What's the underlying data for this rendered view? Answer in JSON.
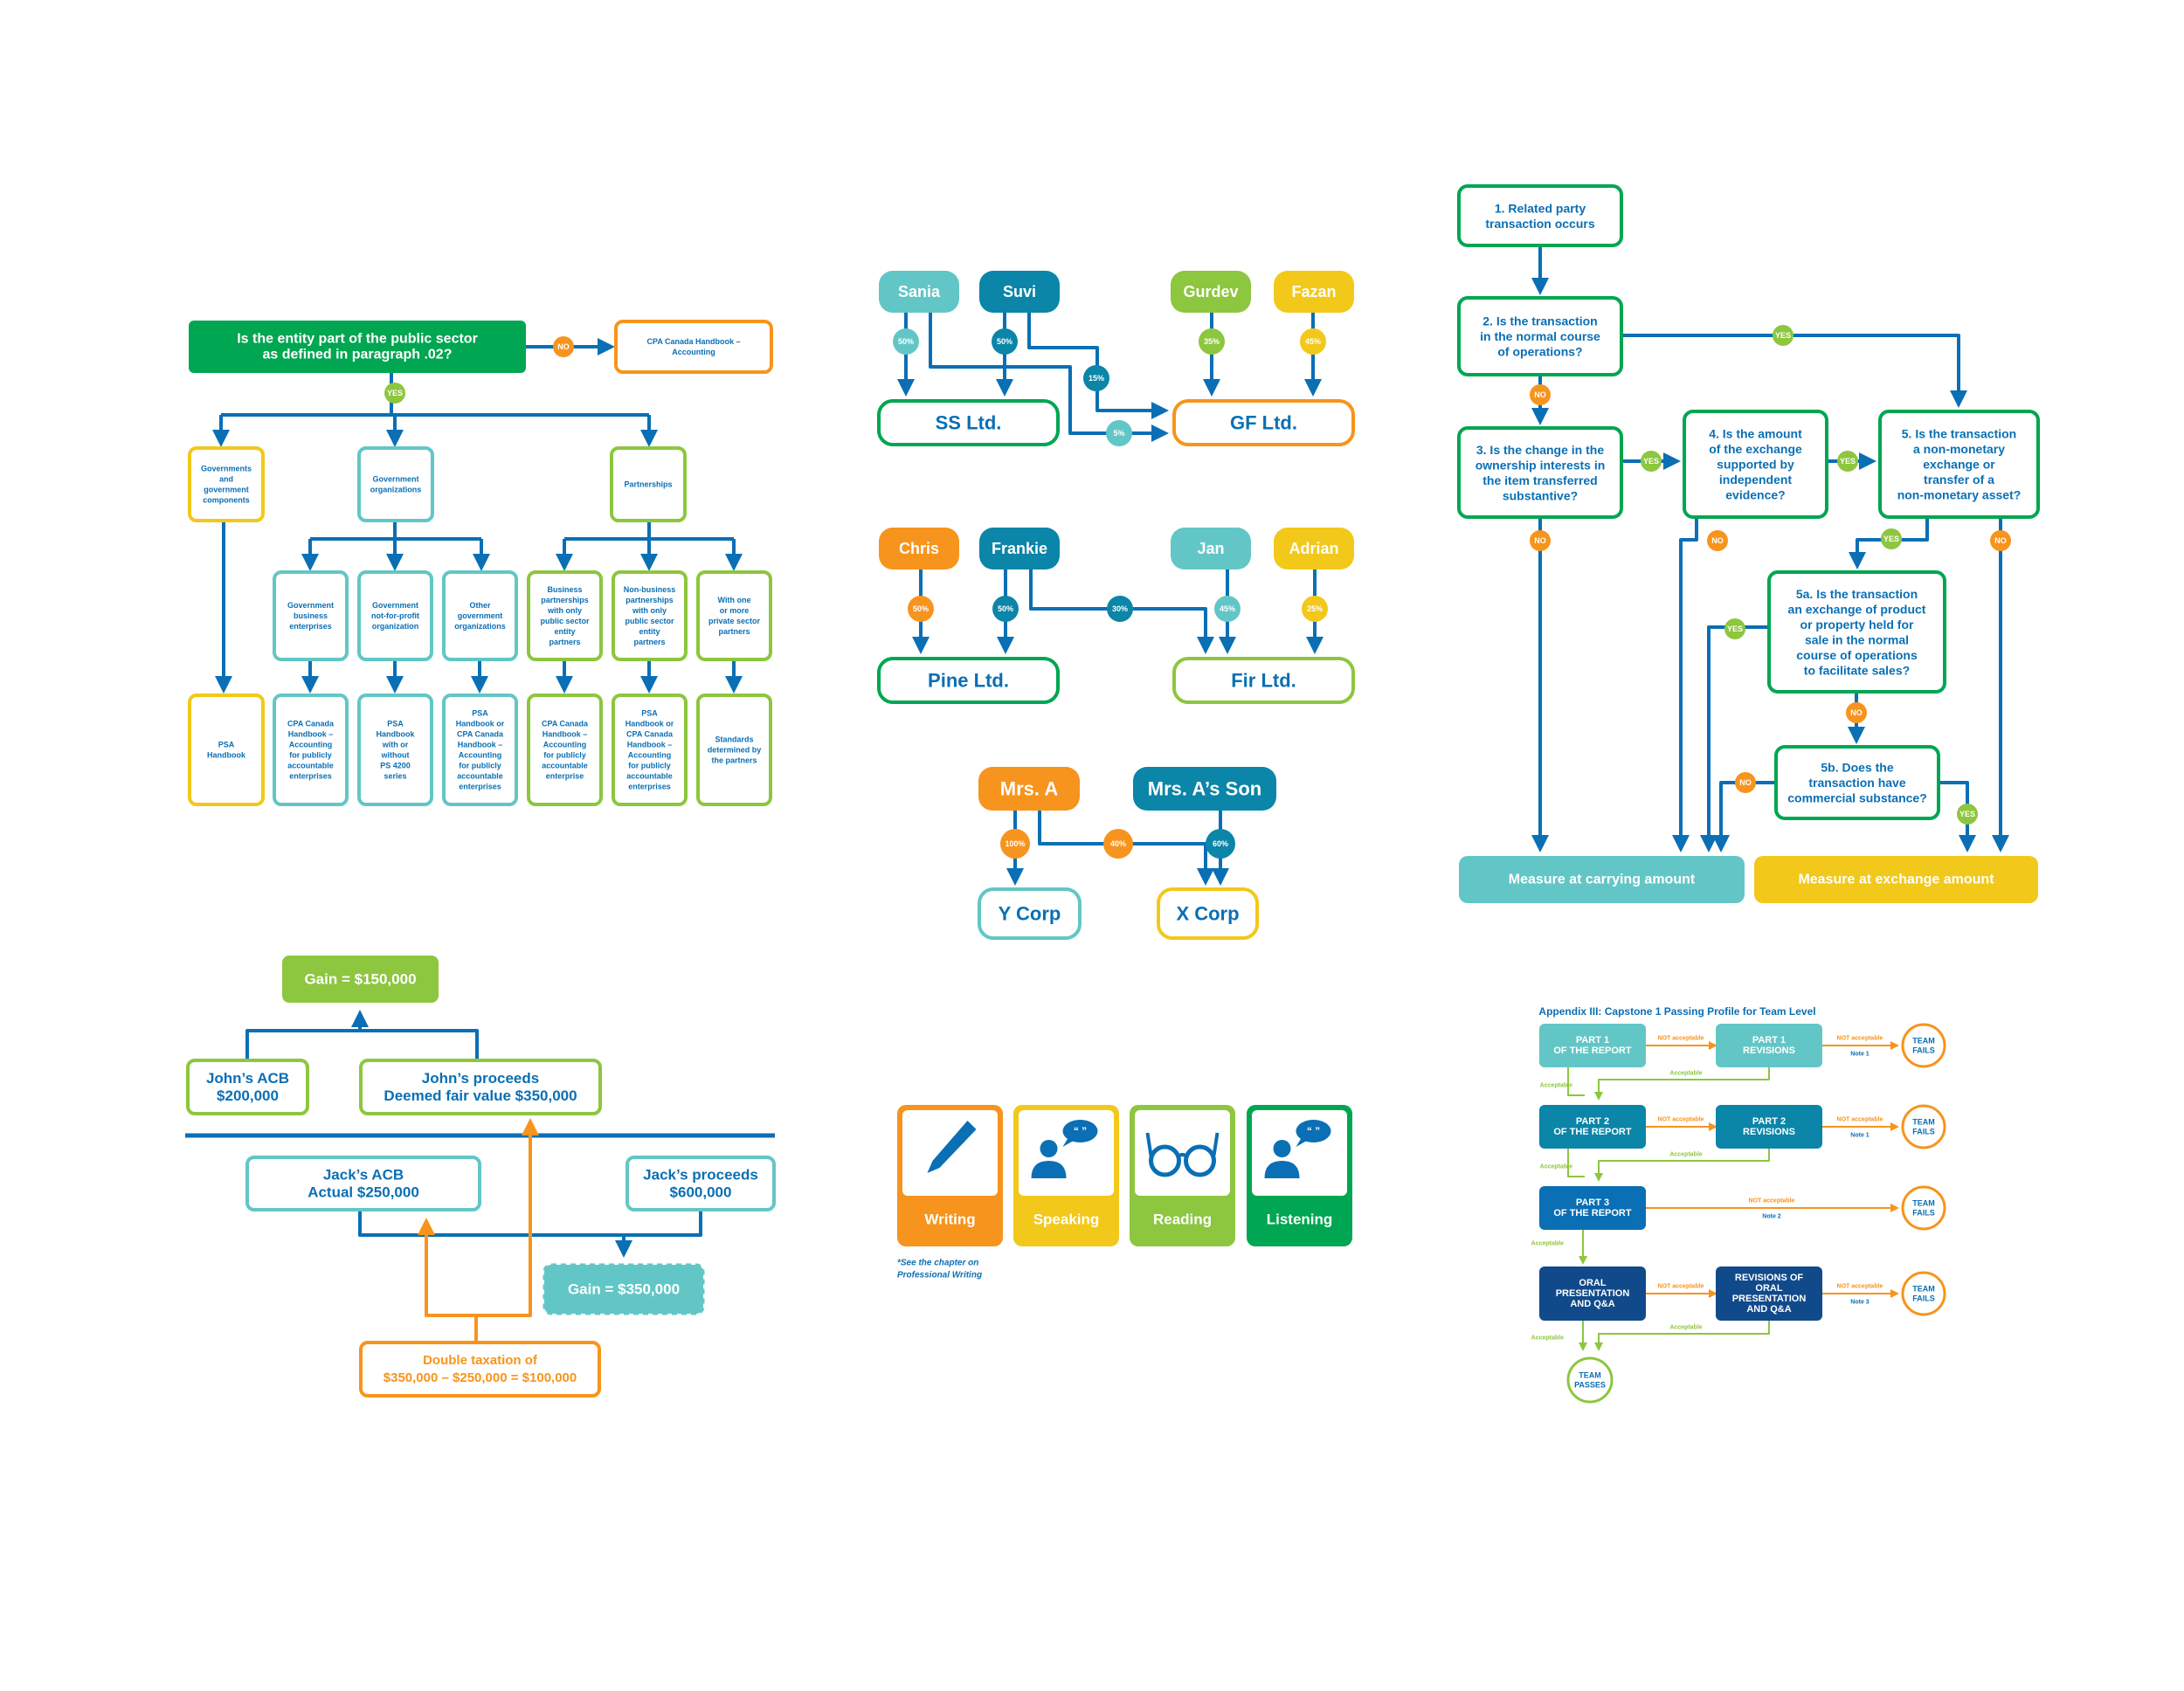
{
  "colors": {
    "green": "#00a651",
    "lime": "#8dc63f",
    "orange": "#f7941d",
    "yellow": "#f2c81a",
    "teal": "#63c6c6",
    "blue": "#0a6fb4",
    "darkteal": "#0b85a8",
    "navy": "#114a8b",
    "lightgreen": "#92d050"
  },
  "classification": {
    "question": [
      "Is the entity part of the public sector",
      "as defined in paragraph .02?"
    ],
    "no_label": "NO",
    "yes_label": "YES",
    "no_result": [
      "CPA Canada Handbook –",
      "Accounting"
    ],
    "level1": [
      {
        "lines": [
          "Governments",
          "and",
          "government",
          "components"
        ]
      },
      {
        "lines": [
          "Government",
          "organizations"
        ]
      },
      {
        "lines": [
          "Partnerships"
        ]
      }
    ],
    "level2": [
      {
        "lines": [
          "Government",
          "business",
          "enterprises"
        ]
      },
      {
        "lines": [
          "Government",
          "not-for-profit",
          "organization"
        ]
      },
      {
        "lines": [
          "Other",
          "government",
          "organizations"
        ]
      },
      {
        "lines": [
          "Business",
          "partnerships",
          "with only",
          "public sector",
          "entity",
          "partners"
        ]
      },
      {
        "lines": [
          "Non-business",
          "partnerships",
          "with only",
          "public sector",
          "entity",
          "partners"
        ]
      },
      {
        "lines": [
          "With one",
          "or more",
          "private sector",
          "partners"
        ]
      }
    ],
    "level3": [
      {
        "lines": [
          "PSA",
          "Handbook"
        ]
      },
      {
        "lines": [
          "CPA Canada",
          "Handbook –",
          "Accounting",
          "for publicly",
          "accountable",
          "enterprises"
        ]
      },
      {
        "lines": [
          "PSA",
          "Handbook",
          "with or",
          "without",
          "PS 4200",
          "series"
        ]
      },
      {
        "lines": [
          "PSA",
          "Handbook or",
          "CPA Canada",
          "Handbook –",
          "Accounting",
          "for publicly",
          "accountable",
          "enterprises"
        ]
      },
      {
        "lines": [
          "CPA Canada",
          "Handbook –",
          "Accounting",
          "for publicly",
          "accountable",
          "enterprise"
        ]
      },
      {
        "lines": [
          "PSA",
          "Handbook or",
          "CPA Canada",
          "Handbook –",
          "Accounting",
          "for publicly",
          "accountable",
          "enterprises"
        ]
      },
      {
        "lines": [
          "Standards",
          "determined by",
          "the partners"
        ]
      }
    ]
  },
  "ownership": {
    "group1": {
      "owners": [
        "Sania",
        "Suvi",
        "Gurdev",
        "Fazan"
      ],
      "companies": [
        "SS Ltd.",
        "GF Ltd."
      ],
      "percents": [
        "50%",
        "50%",
        "15%",
        "5%",
        "35%",
        "45%"
      ]
    },
    "group2": {
      "owners": [
        "Chris",
        "Frankie",
        "Jan",
        "Adrian"
      ],
      "companies": [
        "Pine Ltd.",
        "Fir Ltd."
      ],
      "percents": [
        "50%",
        "50%",
        "30%",
        "45%",
        "25%"
      ]
    },
    "group3": {
      "owners": [
        "Mrs. A",
        "Mrs. A’s Son"
      ],
      "companies": [
        "Y Corp",
        "X Corp"
      ],
      "percents": [
        "100%",
        "40%",
        "60%"
      ]
    }
  },
  "related_party": {
    "q1": [
      "1. Related party",
      "transaction occurs"
    ],
    "q2": [
      "2. Is the transaction",
      "in the normal course",
      "of operations?"
    ],
    "q3": [
      "3. Is the change in the",
      "ownership interests in",
      "the item transferred",
      "substantive?"
    ],
    "q4": [
      "4. Is the amount",
      "of the exchange",
      "supported by",
      "independent",
      "evidence?"
    ],
    "q5": [
      "5. Is the transaction",
      "a non-monetary",
      "exchange or",
      "transfer of a",
      "non-monetary asset?"
    ],
    "q5a": [
      "5a. Is the transaction",
      "an exchange of product",
      "or property held for",
      "sale in the normal",
      "course of operations",
      "to facilitate sales?"
    ],
    "q5b": [
      "5b. Does the",
      "transaction have",
      "commercial substance?"
    ],
    "yes": "YES",
    "no": "NO",
    "result_carrying": "Measure at carrying amount",
    "result_exchange": "Measure at exchange amount"
  },
  "tax": {
    "gain_top": "Gain = $150,000",
    "john_acb": [
      "John’s ACB",
      "$200,000"
    ],
    "john_proceeds": [
      "John’s proceeds",
      "Deemed fair value $350,000"
    ],
    "jack_acb": [
      "Jack’s ACB",
      "Actual $250,000"
    ],
    "jack_proceeds": [
      "Jack’s proceeds",
      "$600,000"
    ],
    "gain_bottom": "Gain = $350,000",
    "double_tax": [
      "Double taxation of",
      "$350,000 – $250,000 = $100,000"
    ]
  },
  "skills": {
    "items": [
      {
        "label": "Writing",
        "icon": "pen-icon"
      },
      {
        "label": "Speaking",
        "icon": "speaker-icon"
      },
      {
        "label": "Reading",
        "icon": "glasses-icon"
      },
      {
        "label": "Listening",
        "icon": "listener-icon"
      }
    ],
    "note": [
      "*See the chapter on",
      "Professional Writing"
    ]
  },
  "capstone": {
    "title": "Appendix III: Capstone 1 Passing Profile for Team Level",
    "part1": [
      "PART 1",
      "OF THE REPORT"
    ],
    "part1_rev": [
      "PART 1",
      "REVISIONS"
    ],
    "part2": [
      "PART 2",
      "OF THE REPORT"
    ],
    "part2_rev": [
      "PART 2",
      "REVISIONS"
    ],
    "part3": [
      "PART 3",
      "OF THE REPORT"
    ],
    "oral": [
      "ORAL",
      "PRESENTATION",
      "AND Q&A"
    ],
    "oral_rev": [
      "REVISIONS OF",
      "ORAL",
      "PRESENTATION",
      "AND Q&A"
    ],
    "fails": [
      "TEAM",
      "FAILS"
    ],
    "passes": [
      "TEAM",
      "PASSES"
    ],
    "not_acceptable": "NOT acceptable",
    "acceptable": "Acceptable",
    "note1": "Note 1",
    "note2": "Note 2",
    "note3": "Note 3"
  }
}
